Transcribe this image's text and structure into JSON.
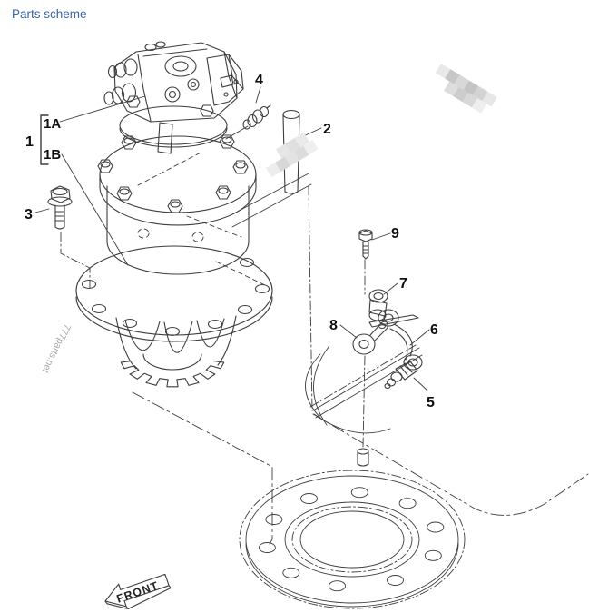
{
  "page": {
    "title": "Parts scheme"
  },
  "diagram": {
    "callouts": [
      "1",
      "1A",
      "1B",
      "2",
      "3",
      "4",
      "5",
      "6",
      "7",
      "8",
      "9"
    ],
    "front_label": "FRONT",
    "watermark": "777parts.net",
    "colors": {
      "line": "#3d3d3d",
      "label": "#101010",
      "title_link": "#3a63ae",
      "watermark": "#a9a9a9",
      "background": "#ffffff"
    }
  }
}
